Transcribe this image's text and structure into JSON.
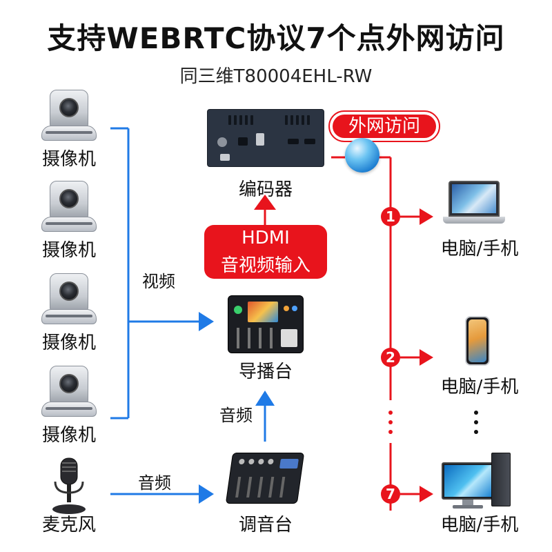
{
  "header": {
    "title": "支持WEBRTC协议7个点外网访问",
    "subtitle": "同三维T80004EHL-RW"
  },
  "sources": {
    "camera_label": "摄像机",
    "mic_label": "麦克风"
  },
  "flow": {
    "video_label": "视频",
    "audio_label_upper": "音频",
    "audio_label_lower": "音频",
    "encoder_label": "编码器",
    "switcher_label": "导播台",
    "mixer_label": "调音台",
    "hdmi_line1": "HDMI",
    "hdmi_line2": "音视频输入",
    "internet_label": "外网访问"
  },
  "clients": {
    "badges": [
      "1",
      "2",
      "7"
    ],
    "device_label": "电脑/手机"
  },
  "colors": {
    "accent_red": "#e8141c",
    "line_blue": "#1f7ae6"
  }
}
